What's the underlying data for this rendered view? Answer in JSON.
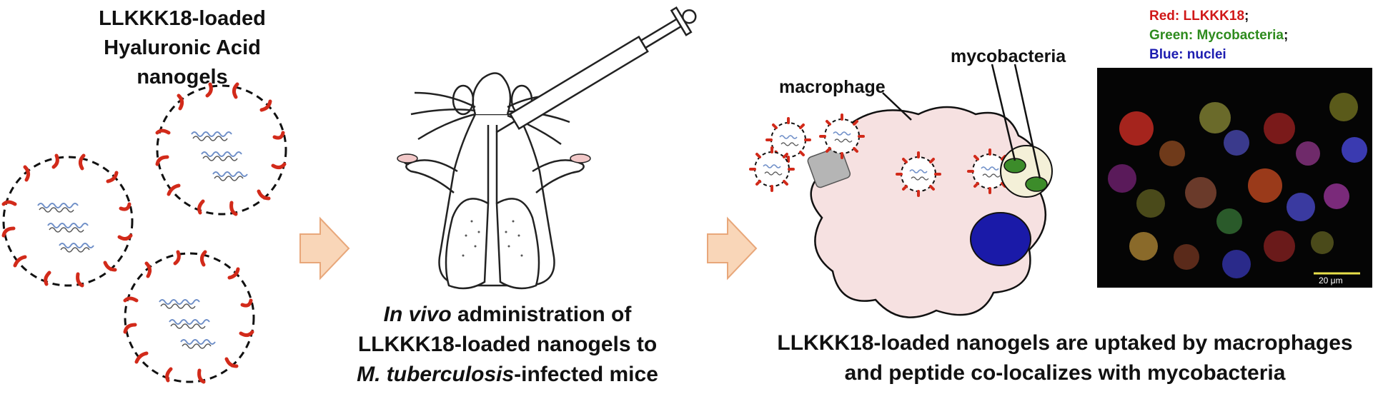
{
  "panel1": {
    "title_line1": "LLKKK18-loaded",
    "title_line2": "Hyaluronic Acid",
    "title_line3": "nanogels"
  },
  "panel2": {
    "caption_italic1": "In vivo",
    "caption_rest1": " administration of",
    "caption_line2": "LLKKK18-loaded nanogels to",
    "caption_italic3": "M. tuberculosis",
    "caption_rest3": "-infected mice"
  },
  "panel3": {
    "label_macrophage": "macrophage",
    "label_mycobacteria": "mycobacteria",
    "caption_line1": "LLKKK18-loaded nanogels are uptaked by macrophages",
    "caption_line2": "and peptide co-localizes with mycobacteria"
  },
  "micrograph": {
    "legend_red": "Red: LLKKK18",
    "legend_green": "Green: Mycobacteria",
    "legend_blue": "Blue: nuclei",
    "legend_sep": ";",
    "scale_bar": "20 μm"
  },
  "colors": {
    "peptide_red": "#d22a1a",
    "wave_blue": "#6f8fc8",
    "arrow_fill": "#f9d6b8",
    "arrow_stroke": "#e8a77a",
    "cell_fill": "#f6e1e1",
    "nucleus": "#1a1aa8",
    "bacteria_green": "#3c8c2a",
    "legend_red": "#d01818",
    "legend_green": "#2e8b1e",
    "legend_blue": "#1c1cb0"
  }
}
